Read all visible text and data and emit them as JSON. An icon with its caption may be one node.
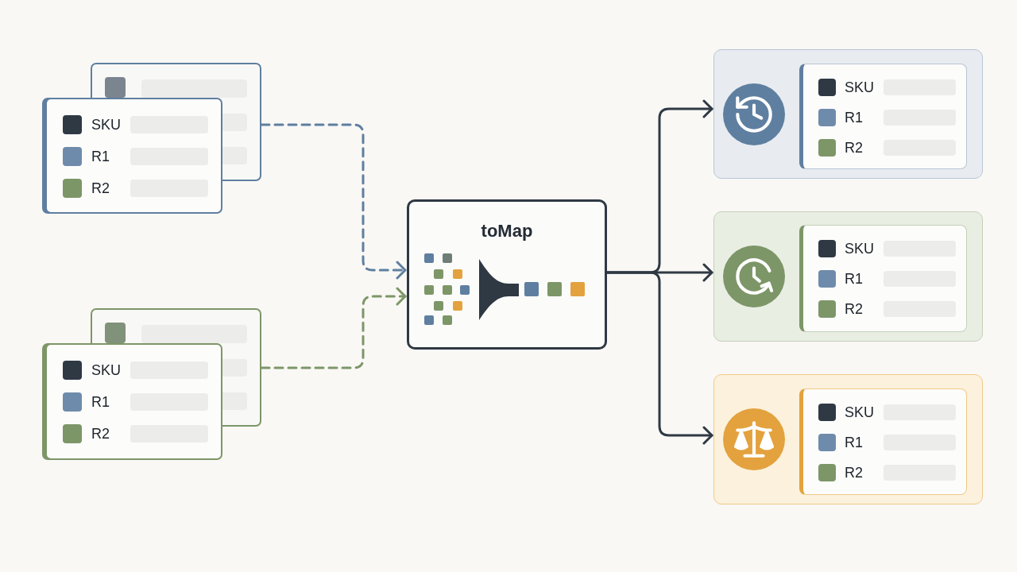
{
  "diagram": {
    "nodes": [
      {
        "text": [
          "SKU",
          "R1",
          "R2"
        ]
      },
      {
        "text": [
          "SKU",
          "R1",
          "R2"
        ]
      },
      {
        "text": [
          "toMap"
        ]
      },
      {
        "text": [],
        "shape": "box"
      },
      {
        "text": [
          "SKU",
          "R1",
          "R2"
        ],
        "in": 3
      },
      {
        "text": [],
        "shape": "box"
      },
      {
        "text": [
          "SKU",
          "R1",
          "R2"
        ],
        "in": 5
      },
      {
        "text": [],
        "shape": "box"
      },
      {
        "text": [
          "SKU",
          "R1",
          "R2"
        ],
        "in": 7
      }
    ],
    "edges": [
      {
        "from": 0,
        "to": 2,
        "arrow": "to",
        "style": "dashed",
        "color": "#5f7fa0"
      },
      {
        "from": 1,
        "to": 2,
        "arrow": "to",
        "style": "dashed",
        "color": "#7d9668"
      },
      {
        "from": 2,
        "to": 3,
        "arrow": "to"
      },
      {
        "from": 2,
        "to": 5,
        "arrow": "to"
      },
      {
        "from": 2,
        "to": 7,
        "arrow": "to"
      }
    ]
  }
}
